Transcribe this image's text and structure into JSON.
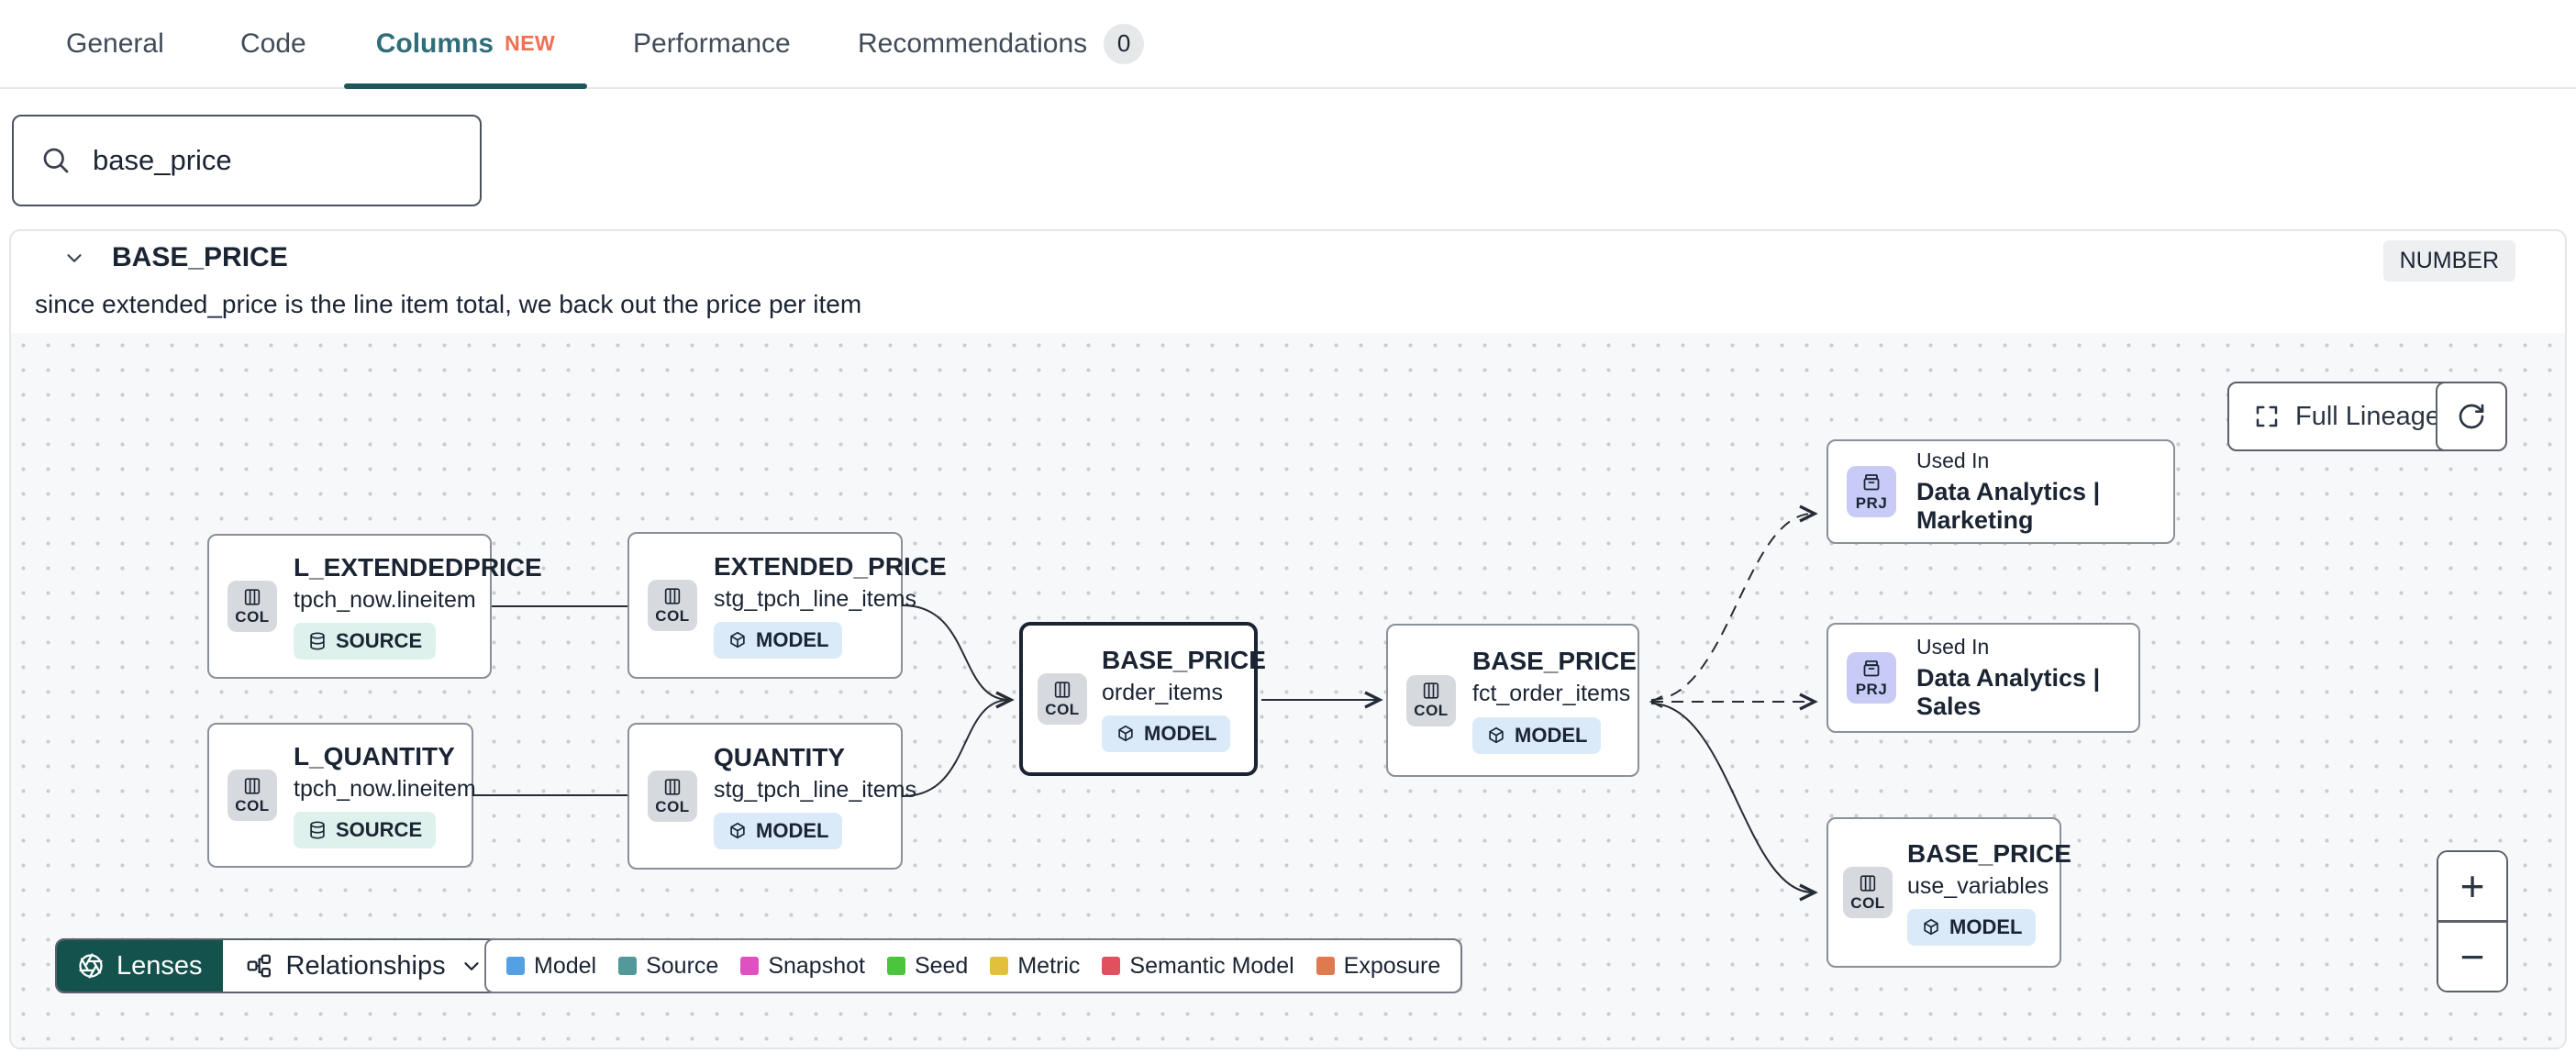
{
  "tabs": {
    "items": [
      {
        "label": "General"
      },
      {
        "label": "Code"
      },
      {
        "label": "Columns",
        "badge": "NEW"
      },
      {
        "label": "Performance"
      },
      {
        "label": "Recommendations",
        "count": "0"
      }
    ]
  },
  "search": {
    "value": "base_price"
  },
  "column": {
    "name": "BASE_PRICE",
    "type": "NUMBER",
    "description": "since extended_price is the line item total, we back out the price per item"
  },
  "toolbar": {
    "full_lineage": "Full Lineage"
  },
  "lineage": {
    "nodes": [
      {
        "kind": "COL",
        "title": "L_EXTENDEDPRICE",
        "subtitle": "tpch_now.lineitem",
        "badge": "SOURCE"
      },
      {
        "kind": "COL",
        "title": "EXTENDED_PRICE",
        "subtitle": "stg_tpch_line_items",
        "badge": "MODEL"
      },
      {
        "kind": "COL",
        "title": "L_QUANTITY",
        "subtitle": "tpch_now.lineitem",
        "badge": "SOURCE"
      },
      {
        "kind": "COL",
        "title": "QUANTITY",
        "subtitle": "stg_tpch_line_items",
        "badge": "MODEL"
      },
      {
        "kind": "COL",
        "title": "BASE_PRICE",
        "subtitle": "order_items",
        "badge": "MODEL",
        "selected": true
      },
      {
        "kind": "COL",
        "title": "BASE_PRICE",
        "subtitle": "fct_order_items",
        "badge": "MODEL"
      },
      {
        "kind": "PRJ",
        "title": "Used In",
        "subtitle": "Data Analytics | Marketing"
      },
      {
        "kind": "PRJ",
        "title": "Used In",
        "subtitle": "Data Analytics | Sales"
      },
      {
        "kind": "COL",
        "title": "BASE_PRICE",
        "subtitle": "use_variables",
        "badge": "MODEL"
      }
    ],
    "zoom_in": "+",
    "zoom_out": "−"
  },
  "footer": {
    "lenses": "Lenses",
    "relationships": "Relationships",
    "legend": [
      {
        "label": "Model",
        "color": "#55A0E2"
      },
      {
        "label": "Source",
        "color": "#53999A"
      },
      {
        "label": "Snapshot",
        "color": "#DF50C1"
      },
      {
        "label": "Seed",
        "color": "#4CC43E"
      },
      {
        "label": "Metric",
        "color": "#E3C03C"
      },
      {
        "label": "Semantic Model",
        "color": "#E24F5E"
      },
      {
        "label": "Exposure",
        "color": "#DE7950"
      }
    ]
  },
  "colors": {
    "accent_teal": "#2F6E78",
    "tab_underline": "#1E565A",
    "new_badge": "#EE7050",
    "lenses_bg": "#14524D"
  }
}
